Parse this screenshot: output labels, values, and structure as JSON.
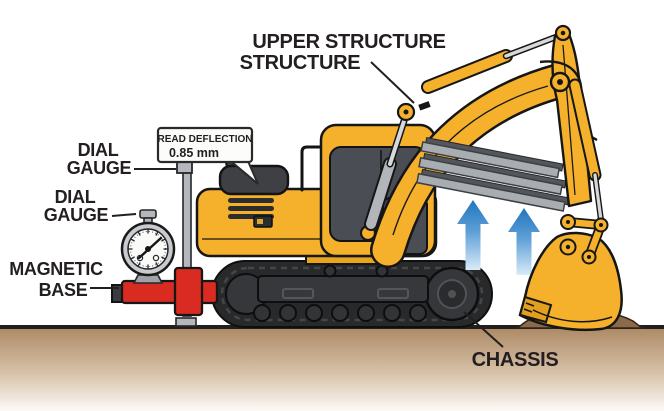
{
  "diagram": {
    "type": "excavator-deflection-measurement",
    "labels": {
      "upper_structure": {
        "line1": "UPPER STRUCTURE",
        "line2": "STRUCTURE"
      },
      "dial_gauge_top": {
        "line1": "DIAL",
        "line2": "GAUGE"
      },
      "dial_gauge_bottom": {
        "line1": "DIAL",
        "line2": "GAUGE"
      },
      "magnetic_base": {
        "line1": "MAGNETIC",
        "line2": "BASE"
      },
      "chassis": "CHASSIS"
    },
    "callout": {
      "title": "READ DEFLECTION",
      "value": "0.85 mm"
    },
    "colors": {
      "machine_yellow": "#F5B02C",
      "base_red": "#D92B21",
      "arrow_blue": "#2478BE",
      "ground_brown": "#AE8B67",
      "track_dark": "#2A2B2D",
      "label_text": "#231F20"
    }
  }
}
